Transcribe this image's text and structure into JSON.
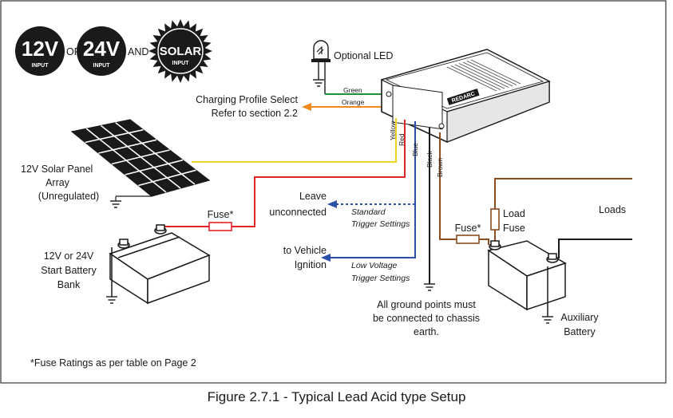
{
  "badges": {
    "b12v": {
      "big": "12V",
      "small": "INPUT"
    },
    "or": "OR",
    "b24v": {
      "big": "24V",
      "small": "INPUT"
    },
    "and": "AND",
    "solar": {
      "big": "SOLAR",
      "small": "INPUT"
    }
  },
  "labels": {
    "optional_led": "Optional LED",
    "green": "Green",
    "orange": "Orange",
    "charging_profile_l1": "Charging Profile Select",
    "charging_profile_l2": "Refer to section 2.2",
    "solar_panel_l1": "12V Solar Panel",
    "solar_panel_l2": "Array",
    "solar_panel_l3": "(Unregulated)",
    "yellow": "Yellow",
    "red": "Red",
    "blue": "Blue",
    "black": "Black",
    "brown": "Brown",
    "fuse_left": "Fuse*",
    "fuse_right": "Fuse*",
    "leave_l1": "Leave",
    "leave_l2": "unconnected",
    "standard_l1": "Standard",
    "standard_l2": "Trigger Settings",
    "vehicle_l1": "to Vehicle",
    "vehicle_l2": "Ignition",
    "lowv_l1": "Low Voltage",
    "lowv_l2": "Trigger Settings",
    "start_batt_l1": "12V or 24V",
    "start_batt_l2": "Start Battery",
    "start_batt_l3": "Bank",
    "load_fuse_l1": "Load",
    "load_fuse_l2": "Fuse",
    "loads": "Loads",
    "ground_l1": "All ground points must",
    "ground_l2": "be connected to chassis",
    "ground_l3": "earth.",
    "aux_l1": "Auxiliary",
    "aux_l2": "Battery",
    "fuse_note": "*Fuse Ratings as per table on Page 2",
    "brand": "REDARC"
  },
  "caption": "Figure 2.7.1 - Typical Lead Acid type Setup",
  "colors": {
    "yellow": "#f2d21b",
    "red": "#e02424",
    "orange": "#f08a1c",
    "green": "#1f8f3a",
    "blue": "#2a4fa8",
    "black": "#1a1a1a",
    "brown": "#8a4b1e"
  }
}
